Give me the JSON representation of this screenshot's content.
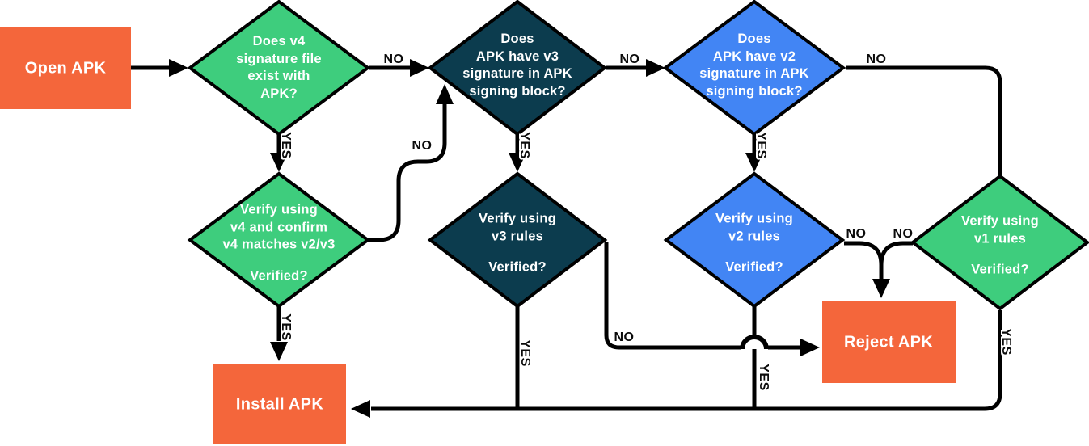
{
  "colors": {
    "orange": "#F4663B",
    "green": "#3ECD7D",
    "navy": "#0C3C4E",
    "blue": "#4285F4",
    "line": "#000000"
  },
  "nodes": {
    "open_apk": {
      "label": "Open APK"
    },
    "q_v4": {
      "lines": [
        "Does v4",
        "signature file",
        "exist with",
        "APK?"
      ]
    },
    "q_v3": {
      "lines": [
        "Does",
        "APK have v3",
        "signature in APK",
        "signing block?"
      ]
    },
    "q_v2": {
      "lines": [
        "Does",
        "APK have v2",
        "signature in APK",
        "signing block?"
      ]
    },
    "verify_v4": {
      "lines": [
        "Verify using",
        "v4 and confirm",
        "v4 matches v2/v3"
      ],
      "sub": "Verified?"
    },
    "verify_v3": {
      "lines": [
        "Verify using",
        "v3 rules"
      ],
      "sub": "Verified?"
    },
    "verify_v2": {
      "lines": [
        "Verify using",
        "v2 rules"
      ],
      "sub": "Verified?"
    },
    "verify_v1": {
      "lines": [
        "Verify using",
        "v1 rules"
      ],
      "sub": "Verified?"
    },
    "reject_apk": {
      "label": "Reject APK"
    },
    "install_apk": {
      "label": "Install APK"
    }
  },
  "edges": {
    "qv4_no": {
      "label": "NO"
    },
    "qv3_no": {
      "label": "NO"
    },
    "qv2_no": {
      "label": "NO"
    },
    "qv4_yes": {
      "label": "YES"
    },
    "qv3_yes": {
      "label": "YES"
    },
    "qv2_yes": {
      "label": "YES"
    },
    "vv4_no": {
      "label": "NO"
    },
    "vv4_yes": {
      "label": "YES"
    },
    "vv3_no": {
      "label": "NO"
    },
    "vv3_yes": {
      "label": "YES"
    },
    "vv2_no": {
      "label": "NO"
    },
    "vv2_yes": {
      "label": "YES"
    },
    "vv1_no": {
      "label": "NO"
    },
    "vv1_yes": {
      "label": "YES"
    }
  }
}
